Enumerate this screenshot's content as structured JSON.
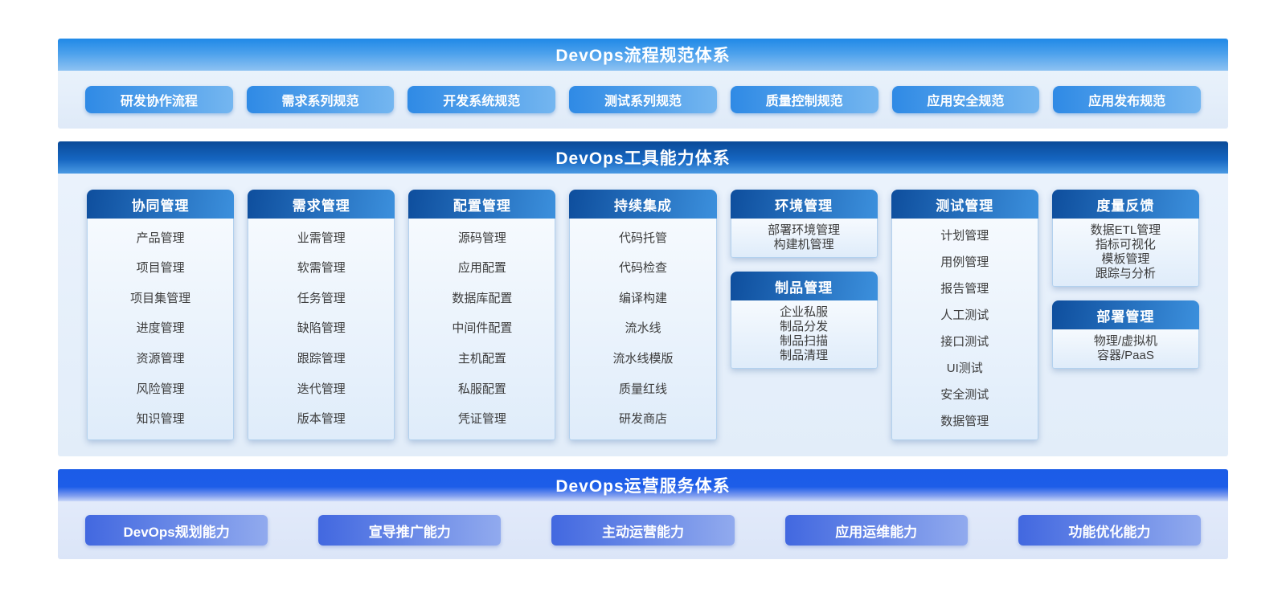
{
  "process_section": {
    "title": "DevOps流程规范体系",
    "buttons": [
      "研发协作流程",
      "需求系列规范",
      "开发系统规范",
      "测试系列规范",
      "质量控制规范",
      "应用安全规范",
      "应用发布规范"
    ]
  },
  "tools_section": {
    "title": "DevOps工具能力体系",
    "columns": [
      {
        "cards": [
          {
            "title": "协同管理",
            "items": [
              "产品管理",
              "项目管理",
              "项目集管理",
              "进度管理",
              "资源管理",
              "风险管理",
              "知识管理"
            ]
          }
        ]
      },
      {
        "cards": [
          {
            "title": "需求管理",
            "items": [
              "业需管理",
              "软需管理",
              "任务管理",
              "缺陷管理",
              "跟踪管理",
              "迭代管理",
              "版本管理"
            ]
          }
        ]
      },
      {
        "cards": [
          {
            "title": "配置管理",
            "items": [
              "源码管理",
              "应用配置",
              "数据库配置",
              "中间件配置",
              "主机配置",
              "私服配置",
              "凭证管理"
            ]
          }
        ]
      },
      {
        "cards": [
          {
            "title": "持续集成",
            "items": [
              "代码托管",
              "代码检查",
              "编译构建",
              "流水线",
              "流水线模版",
              "质量红线",
              "研发商店"
            ]
          }
        ]
      },
      {
        "cards": [
          {
            "title": "环境管理",
            "items": [
              "部署环境管理",
              "构建机管理"
            ]
          },
          {
            "title": "制品管理",
            "items": [
              "企业私服",
              "制品分发",
              "制品扫描",
              "制品清理"
            ]
          }
        ]
      },
      {
        "cards": [
          {
            "title": "测试管理",
            "items": [
              "计划管理",
              "用例管理",
              "报告管理",
              "人工测试",
              "接口测试",
              "UI测试",
              "安全测试",
              "数据管理"
            ]
          }
        ]
      },
      {
        "cards": [
          {
            "title": "度量反馈",
            "items": [
              "数据ETL管理",
              "指标可视化",
              "模板管理",
              "跟踪与分析"
            ]
          },
          {
            "title": "部署管理",
            "items": [
              "物理/虚拟机",
              "容器/PaaS"
            ]
          }
        ]
      }
    ]
  },
  "operation_section": {
    "title": "DevOps运营服务体系",
    "buttons": [
      "DevOps规划能力",
      "宣导推广能力",
      "主动运营能力",
      "应用运维能力",
      "功能优化能力"
    ]
  },
  "colors": {
    "process_header_top": "#2089e7",
    "process_header_bottom": "#8ec2f2",
    "tools_header_top": "#0a4a98",
    "tools_header_bottom": "#4a9ae4",
    "ops_header_top": "#1b5ce7",
    "card_header_left": "#0e4e9d",
    "card_header_right": "#3c90dd",
    "pill_left": "#2f8ae5",
    "pill_right": "#74b6f0",
    "ops_pill_left": "#4268e0",
    "ops_pill_right": "#91aaee",
    "item_text": "#3c3c3c",
    "section_bg": "#e9f2fb"
  }
}
